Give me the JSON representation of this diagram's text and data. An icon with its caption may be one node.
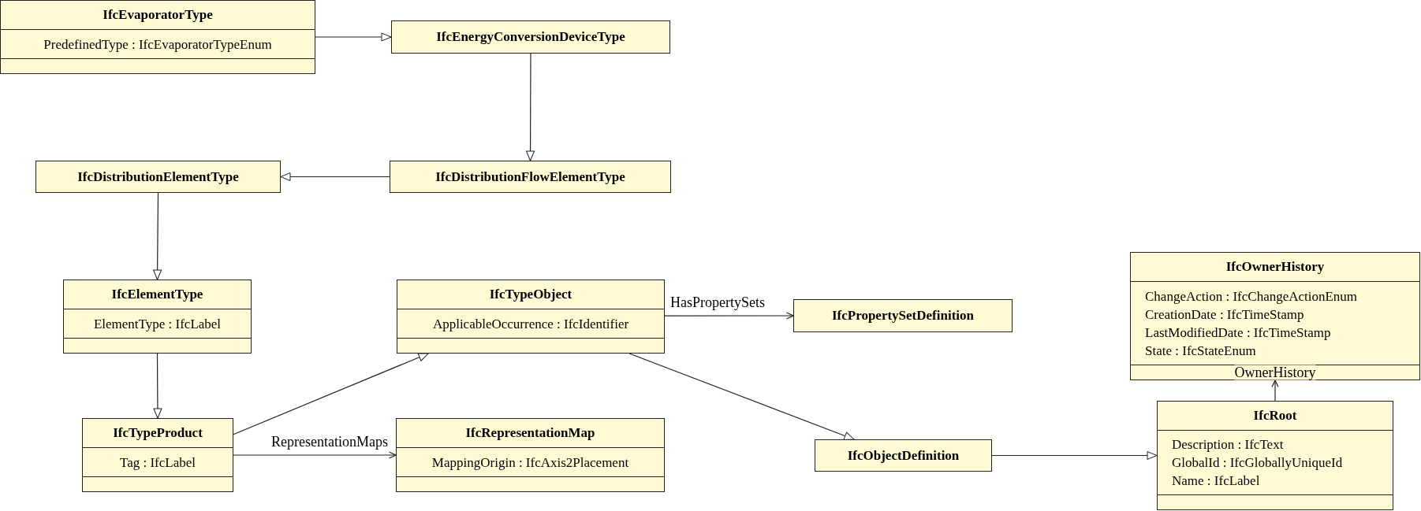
{
  "diagram": {
    "nodes": [
      {
        "text": [
          "IfcEvaporatorType",
          "PredefinedType : IfcEvaporatorTypeEnum"
        ]
      },
      {
        "text": [
          "IfcEnergyConversionDeviceType"
        ]
      },
      {
        "text": [
          "IfcDistributionElementType"
        ]
      },
      {
        "text": [
          "IfcDistributionFlowElementType"
        ]
      },
      {
        "text": [
          "IfcElementType",
          "ElementType : IfcLabel"
        ]
      },
      {
        "text": [
          "IfcTypeObject",
          "ApplicableOccurrence : IfcIdentifier"
        ]
      },
      {
        "text": [
          "IfcPropertySetDefinition"
        ]
      },
      {
        "text": [
          "IfcOwnerHistory",
          "ChangeAction : IfcChangeActionEnum",
          "CreationDate : IfcTimeStamp",
          "LastModifiedDate : IfcTimeStamp",
          "State : IfcStateEnum"
        ]
      },
      {
        "text": [
          "IfcTypeProduct",
          "Tag : IfcLabel"
        ]
      },
      {
        "text": [
          "IfcRepresentationMap",
          "MappingOrigin : IfcAxis2Placement"
        ]
      },
      {
        "text": [
          "IfcObjectDefinition"
        ]
      },
      {
        "text": [
          "IfcRoot",
          "Description : IfcText",
          "GlobalId : IfcGloballyUniqueId",
          "Name : IfcLabel"
        ]
      }
    ],
    "edges": [
      {
        "from": 0,
        "to": 1,
        "arrow": "to"
      },
      {
        "from": 1,
        "to": 3,
        "arrow": "to"
      },
      {
        "from": 3,
        "to": 2,
        "arrow": "to"
      },
      {
        "from": 2,
        "to": 4,
        "arrow": "to"
      },
      {
        "from": 4,
        "to": 8,
        "arrow": "to"
      },
      {
        "from": 8,
        "to": 5,
        "arrow": "to"
      },
      {
        "from": 5,
        "to": 6,
        "arrow": "to",
        "label": "HasPropertySets"
      },
      {
        "from": 5,
        "to": 10,
        "arrow": "to"
      },
      {
        "from": 10,
        "to": 11,
        "arrow": "to"
      },
      {
        "from": 8,
        "to": 9,
        "arrow": "to",
        "label": "RepresentationMaps"
      },
      {
        "from": 11,
        "to": 7,
        "arrow": "to",
        "label": "OwnerHistory"
      }
    ]
  }
}
